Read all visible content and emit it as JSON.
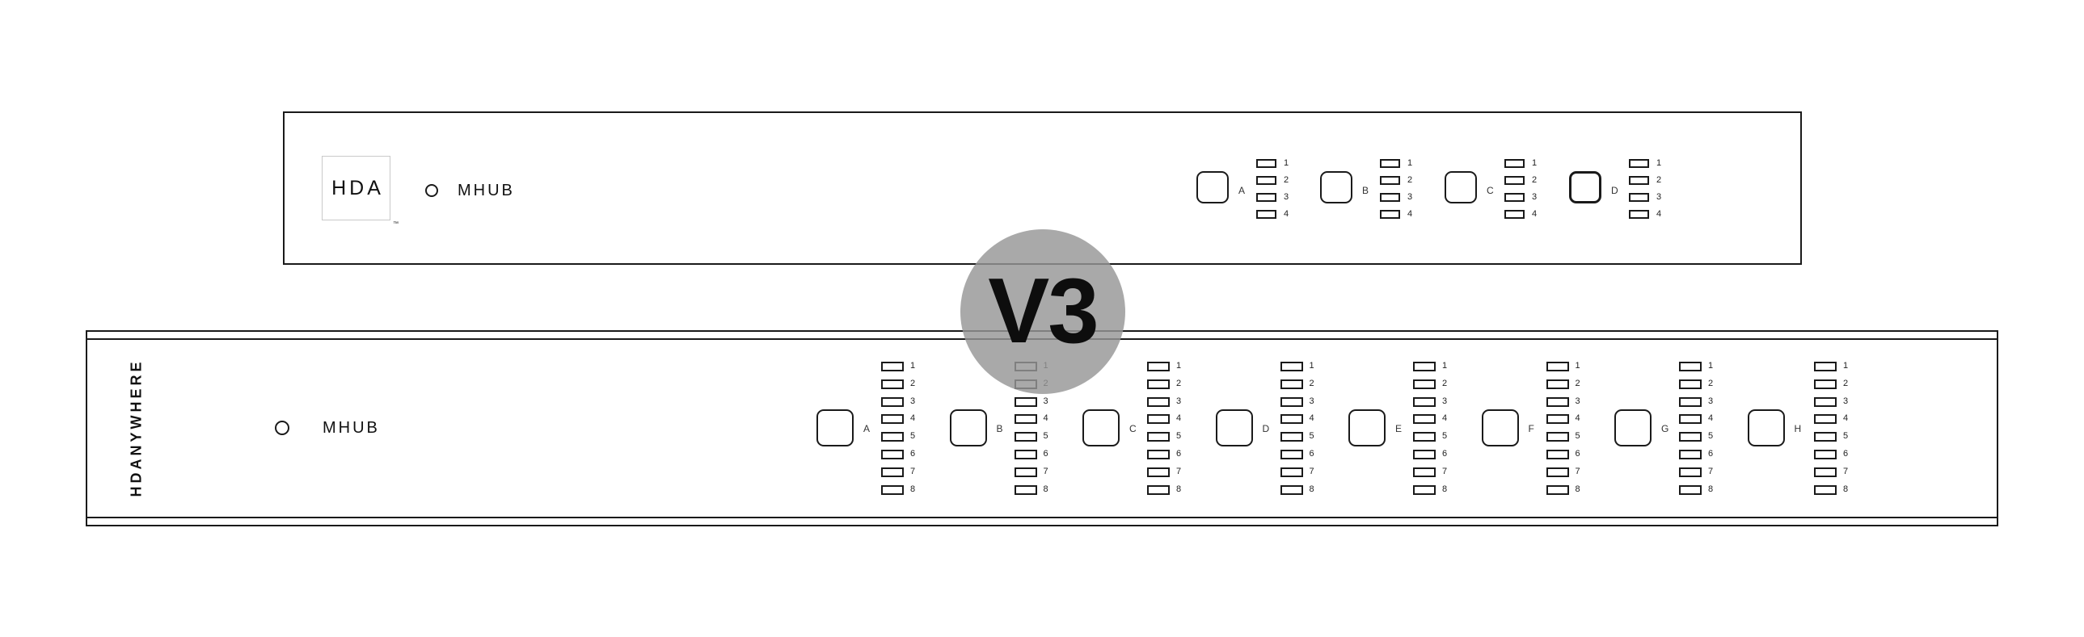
{
  "badge": {
    "text": "V3",
    "color": "#969696"
  },
  "top_unit": {
    "logo_text": "HDA",
    "trademark": "™",
    "model_label": "MHUB",
    "sources": [
      {
        "label": "A",
        "selected": false
      },
      {
        "label": "B",
        "selected": false
      },
      {
        "label": "C",
        "selected": false
      },
      {
        "label": "D",
        "selected": true
      }
    ],
    "outputs": [
      "1",
      "2",
      "3",
      "4"
    ]
  },
  "bottom_unit": {
    "brand_text": "HDANYWHERE",
    "model_label": "MHUB",
    "sources": [
      {
        "label": "A"
      },
      {
        "label": "B"
      },
      {
        "label": "C"
      },
      {
        "label": "D"
      },
      {
        "label": "E"
      },
      {
        "label": "F"
      },
      {
        "label": "G"
      },
      {
        "label": "H"
      }
    ],
    "outputs": [
      "1",
      "2",
      "3",
      "4",
      "5",
      "6",
      "7",
      "8"
    ]
  }
}
